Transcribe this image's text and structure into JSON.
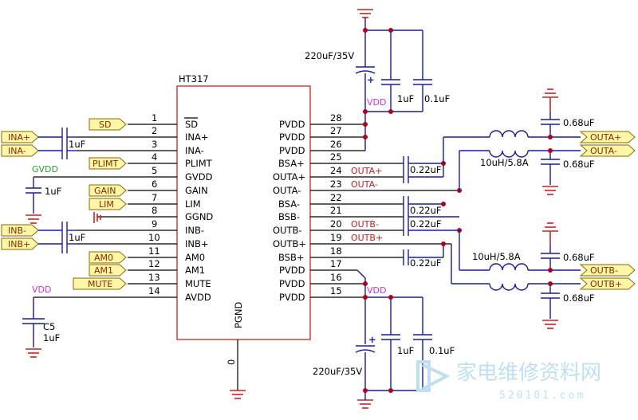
{
  "chip": {
    "name": "HT317",
    "left_pins": [
      {
        "num": "1",
        "name": "SD"
      },
      {
        "num": "2",
        "name": "INA+"
      },
      {
        "num": "3",
        "name": "INA-"
      },
      {
        "num": "4",
        "name": "PLIMT"
      },
      {
        "num": "5",
        "name": "GVDD"
      },
      {
        "num": "6",
        "name": "GAIN"
      },
      {
        "num": "7",
        "name": "LIM"
      },
      {
        "num": "8",
        "name": "GGND"
      },
      {
        "num": "9",
        "name": "INB-"
      },
      {
        "num": "10",
        "name": "INB+"
      },
      {
        "num": "11",
        "name": "AM0"
      },
      {
        "num": "12",
        "name": "AM1"
      },
      {
        "num": "13",
        "name": "MUTE"
      },
      {
        "num": "14",
        "name": "AVDD"
      }
    ],
    "right_pins": [
      {
        "num": "28",
        "name": "PVDD"
      },
      {
        "num": "27",
        "name": "PVDD"
      },
      {
        "num": "26",
        "name": "PVDD"
      },
      {
        "num": "25",
        "name": "BSA+"
      },
      {
        "num": "24",
        "name": "OUTA+"
      },
      {
        "num": "23",
        "name": "OUTA-"
      },
      {
        "num": "22",
        "name": "BSA-"
      },
      {
        "num": "21",
        "name": "BSB-"
      },
      {
        "num": "20",
        "name": "OUTB-"
      },
      {
        "num": "19",
        "name": "OUTB+"
      },
      {
        "num": "18",
        "name": "BSB+"
      },
      {
        "num": "17",
        "name": "PVDD"
      },
      {
        "num": "16",
        "name": "PVDD"
      },
      {
        "num": "15",
        "name": "PVDD"
      }
    ],
    "bottom_pin": {
      "num": "0",
      "name": "PGND"
    }
  },
  "ports_left": [
    "INA+",
    "INA-",
    "SD",
    "PLIMT",
    "GAIN",
    "LIM",
    "INB-",
    "INB+",
    "AM0",
    "AM1",
    "MUTE"
  ],
  "ports_right": [
    "OUTA+",
    "OUTA-",
    "OUTB-",
    "OUTB+"
  ],
  "net_labels": {
    "vdd": "VDD",
    "gvdd": "GVDD",
    "outa_plus": "OUTA+",
    "outa_minus": "OUTA-",
    "outb_minus": "OUTB-",
    "outb_plus": "OUTB+"
  },
  "parts": {
    "c_1uf": "1uF",
    "c_01uf": "0.1uF",
    "c_bulk": "220uF/35V",
    "c_boot": "0.22uF",
    "c_out": "0.68uF",
    "inductor": "10uH/5.8A",
    "c5": "C5",
    "plus": "+"
  },
  "watermark": {
    "cn": "家电维修资料网",
    "url": "520101.com"
  },
  "colors": {
    "wire": "#1a1aa8",
    "power": "#d21f1f",
    "junction": "#b0001a",
    "label_red": "#c02020",
    "label_vdd": "#cc33cc",
    "label_gvdd": "#2aa02a"
  }
}
